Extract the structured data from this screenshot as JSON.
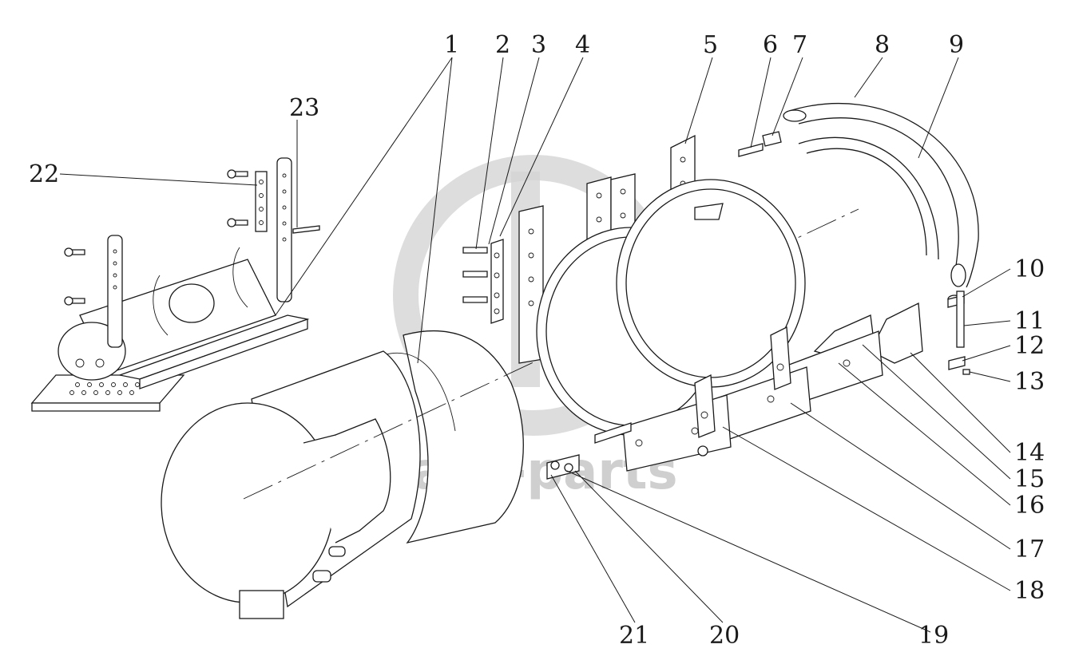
{
  "watermark": {
    "text": "data-parts",
    "logo": "data-parts-logo"
  },
  "callouts": [
    {
      "id": "1",
      "label": "1"
    },
    {
      "id": "2",
      "label": "2"
    },
    {
      "id": "3",
      "label": "3"
    },
    {
      "id": "4",
      "label": "4"
    },
    {
      "id": "5",
      "label": "5"
    },
    {
      "id": "6",
      "label": "6"
    },
    {
      "id": "7",
      "label": "7"
    },
    {
      "id": "8",
      "label": "8"
    },
    {
      "id": "9",
      "label": "9"
    },
    {
      "id": "10",
      "label": "10"
    },
    {
      "id": "11",
      "label": "11"
    },
    {
      "id": "12",
      "label": "12"
    },
    {
      "id": "13",
      "label": "13"
    },
    {
      "id": "14",
      "label": "14"
    },
    {
      "id": "15",
      "label": "15"
    },
    {
      "id": "16",
      "label": "16"
    },
    {
      "id": "17",
      "label": "17"
    },
    {
      "id": "18",
      "label": "18"
    },
    {
      "id": "19",
      "label": "19"
    },
    {
      "id": "20",
      "label": "20"
    },
    {
      "id": "21",
      "label": "21"
    },
    {
      "id": "22",
      "label": "22"
    },
    {
      "id": "23",
      "label": "23"
    }
  ]
}
